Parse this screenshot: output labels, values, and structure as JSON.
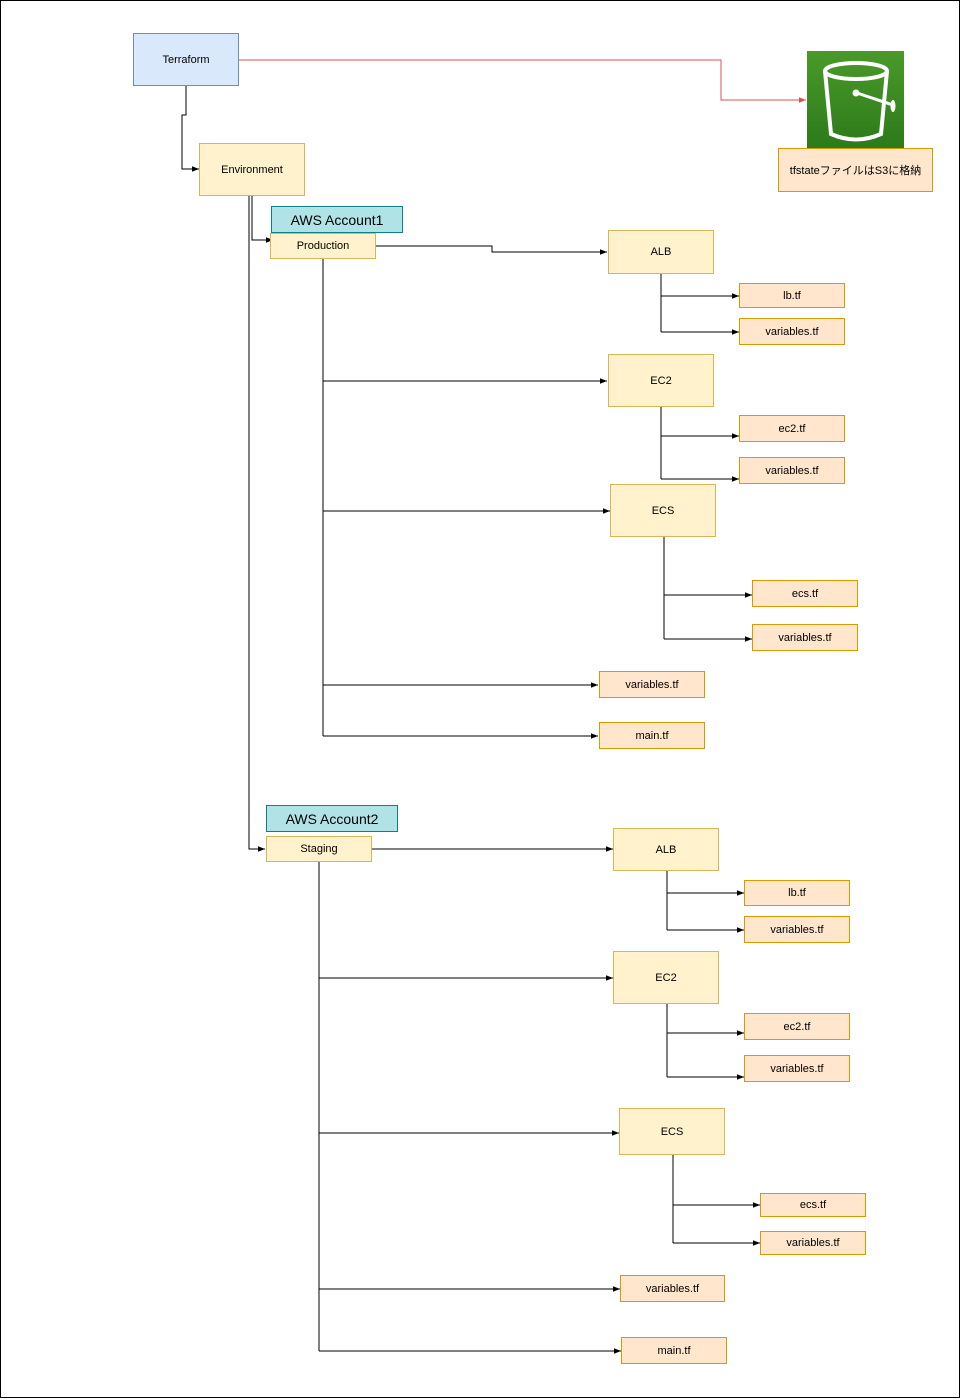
{
  "diagram": {
    "root": {
      "label": "Terraform"
    },
    "environment": {
      "label": "Environment"
    },
    "storage": {
      "icon": "s3-bucket-icon",
      "note": "tfstateファイルはS3に格納",
      "link_color": "#d9534f"
    },
    "accounts": [
      {
        "account_label": "AWS Account1",
        "env_label": "Production",
        "services": [
          {
            "label": "ALB",
            "files": [
              "lb.tf",
              "variables.tf"
            ]
          },
          {
            "label": "EC2",
            "files": [
              "ec2.tf",
              "variables.tf"
            ]
          },
          {
            "label": "ECS",
            "files": [
              "ecs.tf",
              "variables.tf"
            ]
          }
        ],
        "files": [
          "variables.tf",
          "main.tf"
        ]
      },
      {
        "account_label": "AWS Account2",
        "env_label": "Staging",
        "services": [
          {
            "label": "ALB",
            "files": [
              "lb.tf",
              "variables.tf"
            ]
          },
          {
            "label": "EC2",
            "files": [
              "ec2.tf",
              "variables.tf"
            ]
          },
          {
            "label": "ECS",
            "files": [
              "ecs.tf",
              "variables.tf"
            ]
          }
        ],
        "files": [
          "variables.tf",
          "main.tf"
        ]
      }
    ]
  }
}
